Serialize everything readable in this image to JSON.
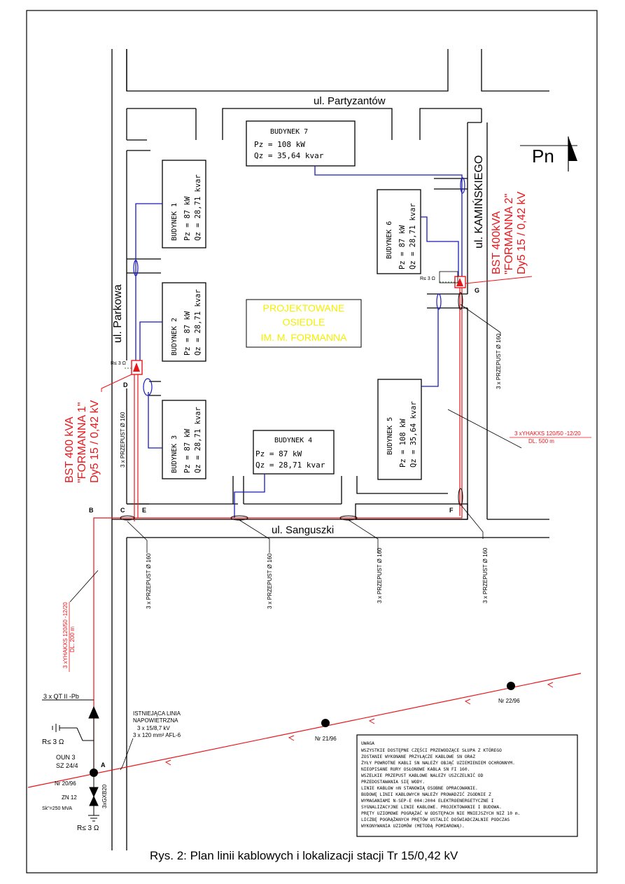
{
  "streets": {
    "partyzantow": "ul. Partyzantów",
    "parkowa": "ul. Parkowa",
    "kaminskiego": "ul. KAMIŃSKIEGO",
    "sanguszki": "ul. Sanguszki"
  },
  "north_label": "Pn",
  "project": [
    "PROJEKTOWANE",
    "OSIEDLE",
    "IM. M. FORMANNA"
  ],
  "buildings": {
    "b1": {
      "name": "BUDYNEK 1",
      "p": "Pz = 87 kW",
      "q": "Qz = 28,71 kvar"
    },
    "b2": {
      "name": "BUDYNEK 2",
      "p": "Pz = 87 kW",
      "q": "Qz = 28,71 kvar"
    },
    "b3": {
      "name": "BUDYNEK 3",
      "p": "Pz = 87 kW",
      "q": "Qz = 28,71 kvar"
    },
    "b4": {
      "name": "BUDYNEK 4",
      "p": "Pz = 87 kW",
      "q": "Qz = 28,71 kvar"
    },
    "b5": {
      "name": "BUDYNEK 5",
      "p": "Pz = 108 kW",
      "q": "Qz = 35,64 kvar"
    },
    "b6": {
      "name": "BUDYNEK 6",
      "p": "Pz = 87 kW",
      "q": "Qz = 28,71 kvar"
    },
    "b7": {
      "name": "BUDYNEK 7",
      "p": "Pz = 108 kW",
      "q": "Qz = 35,64 kvar"
    }
  },
  "stations": {
    "f1": [
      "BST 400 kVA",
      "\"FORMANNA 1\"",
      "Dy5 15 / 0,42 kV"
    ],
    "f2": [
      "BST  400kVA",
      "\"FORMANNA 2\"",
      "Dy5 15 / 0,42 kV"
    ]
  },
  "points": {
    "A": "A",
    "B": "B",
    "C": "C",
    "D": "D",
    "E": "E",
    "F": "F",
    "G": "G"
  },
  "resistance": "R≤ 3 Ω",
  "resistance_small": "R≤ 3 Ω",
  "przepust": "3 x PRZEPUST Ø 160",
  "cable_main": {
    "type": "3 xYHAKXS 120/50 -12/20",
    "length": "DL. 500 m"
  },
  "cable_feed": {
    "type": "3 xYHAKXS 120/50 -12/20",
    "length": "DL. 200 m"
  },
  "pole_equipment": {
    "qt": "3 x QT II -Pb",
    "oun": "OUN 3",
    "sz": "SZ 24/4",
    "nr": "Nr 20/96",
    "zn": "ZN 12",
    "sk": "Sk\"=250 MVA",
    "gxb": "3xGXB20"
  },
  "overhead": [
    "ISTNIEJĄCA LINIA",
    "NAPOWIETRZNA",
    "3 x 15/8,7 kV",
    "3 x 120 mm² AFL-6"
  ],
  "poles": {
    "p21": "Nr 21/96",
    "p22": "Nr 22/96"
  },
  "note": [
    "UWAGA",
    "WSZYSTKIE DOSTĘPNE CZĘŚCI PRZEWODZĄCE SŁUPA Z KTÓREGO",
    "ZOSTANIE WYKONANE PRZYŁĄCZE KABLOWE SN ORAZ",
    "ŻYŁY POWROTNE KABLI SN NALEŻY OBJĄĆ UZIEMIENIEM OCHRONNYM.",
    "NIEOPISANE RURY OSŁONOWE KABLA SN FI 160.",
    "WSZELKIE PRZEPUST KABLOWE NALEŻY USZCZELNIĆ OD",
    "PRZEDOSTAWANIA SIĘ WODY.",
    "LINIE KABLOW nN STANOWIĄ OSOBNE OPRACOWANIE.",
    "BUDOWĘ LINII KABLOWYCH NALEŻY PROWADZIĆ ZGODNIE Z",
    "WYMAGANIAMI N-SEP-E 004:2004 ELEKTROENERGETYCZNE I",
    "SYGNALIZACYJNE LINIE KABLOWE. PROJEKTOWANIE I BUDOWA.",
    "PRĘTY UZIOMOWE POGRĄŻAĆ W ODSTĘPACH NIE MNIEJSZYCH NIŻ 10 m.",
    "LICZBĘ POGRĄŻANYCH PRĘTÓW USTALIĆ DOŚWIADCZALNIE PODCZAS",
    "WYKONYWANIA UZIOMÓW (METODĄ POMIAROWĄ)."
  ],
  "caption": "Rys. 2: Plan linii kablowych i lokalizacji stacji Tr 15/0,42 kV",
  "colors": {
    "mv_cable": "#e8161b",
    "lv_cable": "#1a1ab8",
    "project_text": "#f4f000",
    "line": "#000000"
  }
}
